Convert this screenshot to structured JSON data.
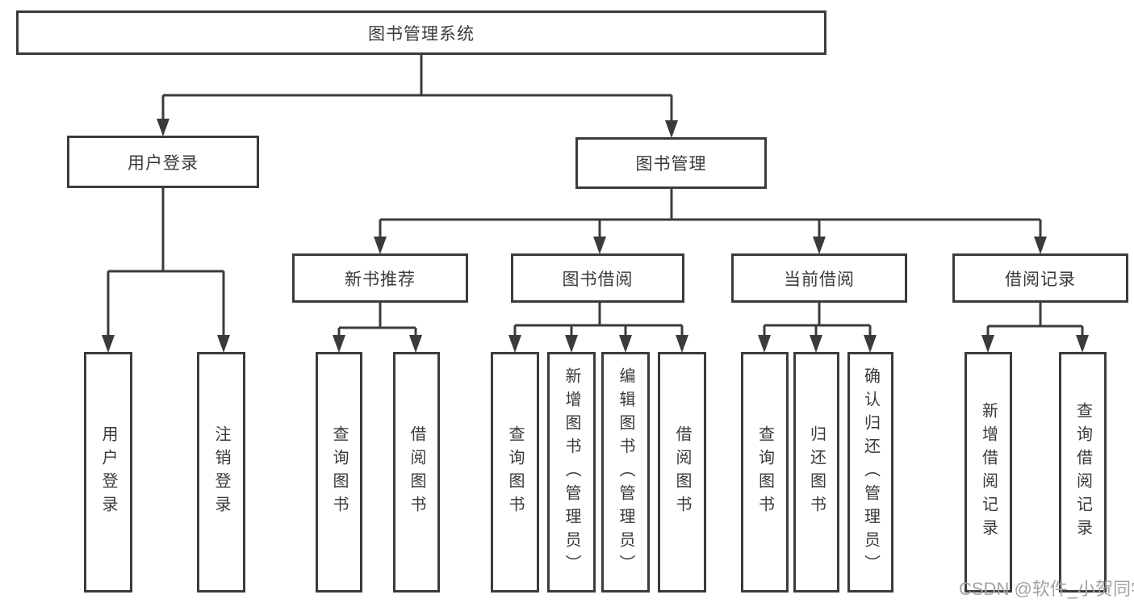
{
  "diagram": {
    "title": "图书管理系统",
    "type": "hierarchy-tree",
    "colors": {
      "line": "#3b3b3b",
      "text": "#3a3a3a",
      "background": "#ffffff",
      "watermark": "#a3a3a3"
    },
    "tree": {
      "label": "图书管理系统",
      "children": [
        {
          "label": "用户登录",
          "children": [
            {
              "label": "用户登录"
            },
            {
              "label": "注销登录"
            }
          ]
        },
        {
          "label": "图书管理",
          "children": [
            {
              "label": "新书推荐",
              "children": [
                {
                  "label": "查询图书"
                },
                {
                  "label": "借阅图书"
                }
              ]
            },
            {
              "label": "图书借阅",
              "children": [
                {
                  "label": "查询图书"
                },
                {
                  "label": "新增图书（管理员）"
                },
                {
                  "label": "编辑图书（管理员）"
                },
                {
                  "label": "借阅图书"
                }
              ]
            },
            {
              "label": "当前借阅",
              "children": [
                {
                  "label": "查询图书"
                },
                {
                  "label": "归还图书"
                },
                {
                  "label": "确认归还（管理员）"
                }
              ]
            },
            {
              "label": "借阅记录",
              "children": [
                {
                  "label": "新增借阅记录"
                },
                {
                  "label": "查询借阅记录"
                }
              ]
            }
          ]
        }
      ]
    },
    "watermark": "CSDN @软件_小贺同学"
  }
}
